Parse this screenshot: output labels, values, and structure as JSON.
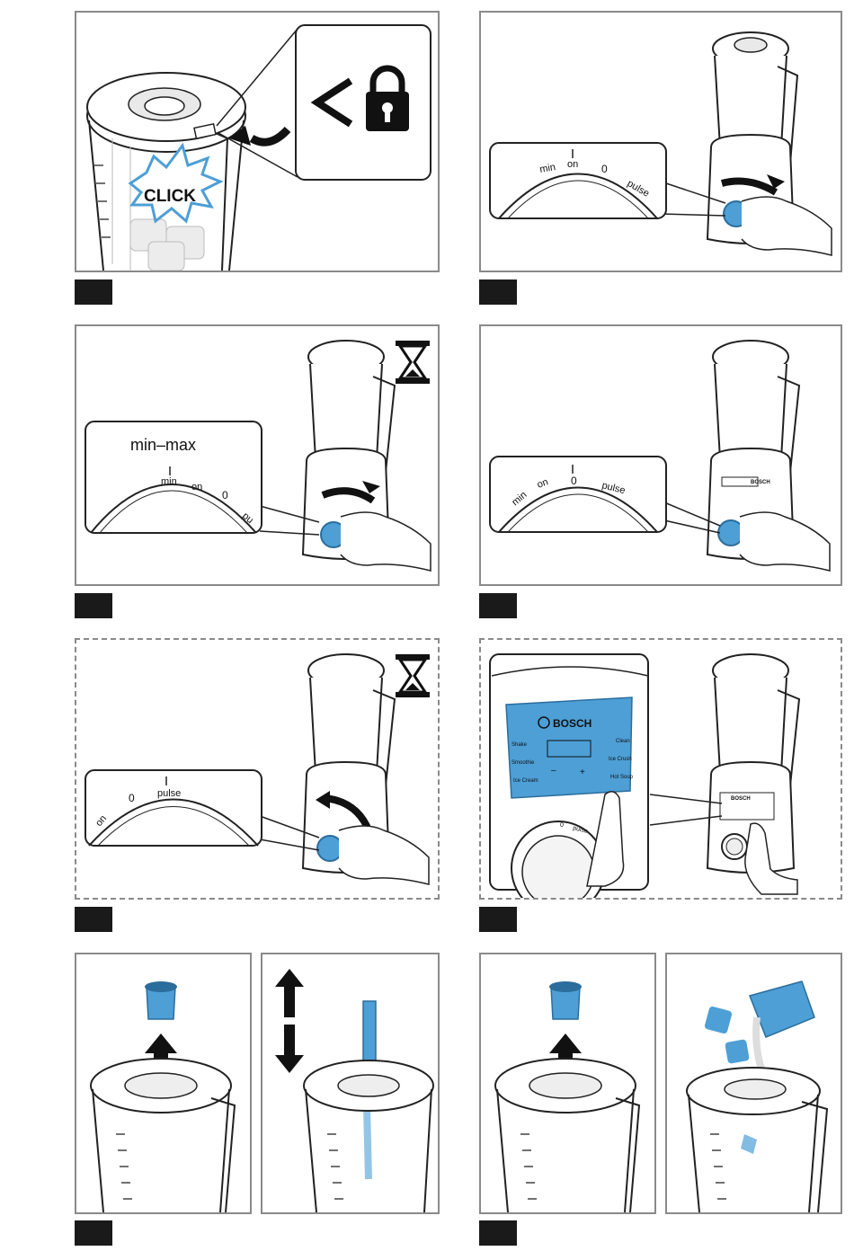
{
  "step1": {
    "click_text": "CLICK",
    "lock_icon": "lock-icon"
  },
  "step2": {
    "dial_labels": {
      "min": "min",
      "on": "on",
      "zero": "0",
      "pulse": "pulse"
    }
  },
  "step3": {
    "range_label": "min–max",
    "dial_labels": {
      "min": "min",
      "on": "on",
      "zero": "0",
      "pulse": "pu"
    },
    "timer_icon": "hourglass-icon"
  },
  "step4": {
    "dial_labels": {
      "min": "min",
      "on": "on",
      "zero": "0",
      "pulse": "pulse"
    },
    "brand": "BOSCH"
  },
  "step5": {
    "dial_labels": {
      "on": "on",
      "zero": "0",
      "pulse": "pulse"
    },
    "timer_icon": "hourglass-icon"
  },
  "step6": {
    "brand": "BOSCH",
    "programs_left": [
      "Shake",
      "Smoothie",
      "Ice Cream"
    ],
    "programs_right": [
      "Clean",
      "Ice Crush",
      "Hot Soup"
    ],
    "minus": "–",
    "plus": "+",
    "dial_labels": {
      "zero": "0",
      "pulse": "pulse"
    },
    "small_brand": "BOSCH"
  },
  "colors": {
    "accent_blue": "#4d9fd6",
    "frame_gray": "#8a8a8a",
    "badge_black": "#1a1a1a"
  }
}
